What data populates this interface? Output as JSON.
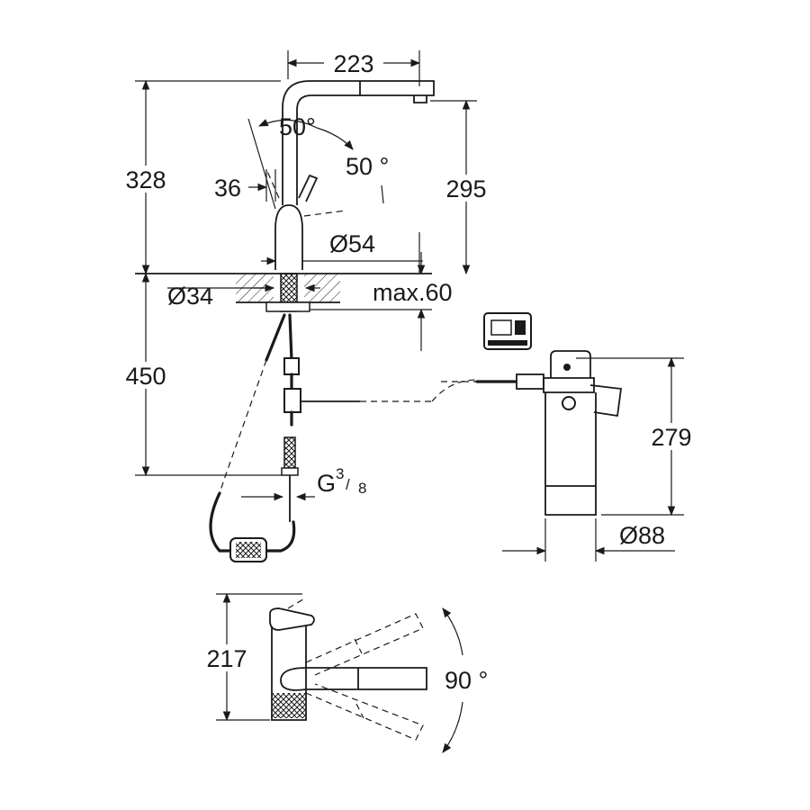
{
  "dimensions": {
    "reach": "223",
    "total_height": "328",
    "spout_height": "295",
    "lever_angle_front": "50°",
    "lever_angle_side": "50 °",
    "lever_offset": "36",
    "body_diameter": "Ø54",
    "hole_diameter": "Ø34",
    "max_deck_thickness": "max.60",
    "hose_length": "450",
    "thread_base": "G",
    "thread_numerator": "3",
    "thread_denominator": "8",
    "filter_height": "279",
    "filter_diameter": "Ø88",
    "top_view_depth": "217",
    "swivel_angle": "90 °"
  },
  "colors": {
    "line": "#1a1a1a",
    "background": "#ffffff"
  },
  "icons": {
    "filter_head_display": "display-panel-icon"
  }
}
